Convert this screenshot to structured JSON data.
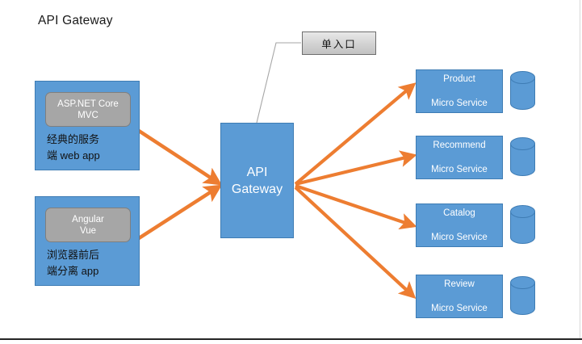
{
  "slide": {
    "title": "API Gateway"
  },
  "colors": {
    "box_blue": "#5B9BD5",
    "box_blue_border": "#3E7CB4",
    "chip_gray": "#A6A6A6",
    "arrow_orange": "#ED7D31",
    "callout_gray": "#D2D2D2",
    "leader_line": "#A6A6A6",
    "text_white": "#FFFFFF",
    "text_dark": "#111111"
  },
  "clients": [
    {
      "id": "client-box-1",
      "chip": "ASP.NET Core\nMVC",
      "chip_line1": "ASP.NET Core",
      "chip_line2": "MVC",
      "caption_line1": "经典的服务",
      "caption_line2": "端 web app"
    },
    {
      "id": "client-box-2",
      "chip": "Angular\nVue",
      "chip_line1": "Angular",
      "chip_line2": "Vue",
      "caption_line1": "浏览器前后",
      "caption_line2": "端分离 app"
    }
  ],
  "gateway": {
    "label_line1": "API",
    "label_line2": "Gateway"
  },
  "callout": {
    "text": "单入口"
  },
  "services": [
    {
      "name_line1": "Product",
      "name_line2": "Micro Service",
      "db": "database-cylinder"
    },
    {
      "name_line1": "Recommend",
      "name_line2": "Micro Service",
      "db": "database-cylinder"
    },
    {
      "name_line1": "Catalog",
      "name_line2": "Micro Service",
      "db": "database-cylinder"
    },
    {
      "name_line1": "Review",
      "name_line2": "Micro Service",
      "db": "database-cylinder"
    }
  ]
}
